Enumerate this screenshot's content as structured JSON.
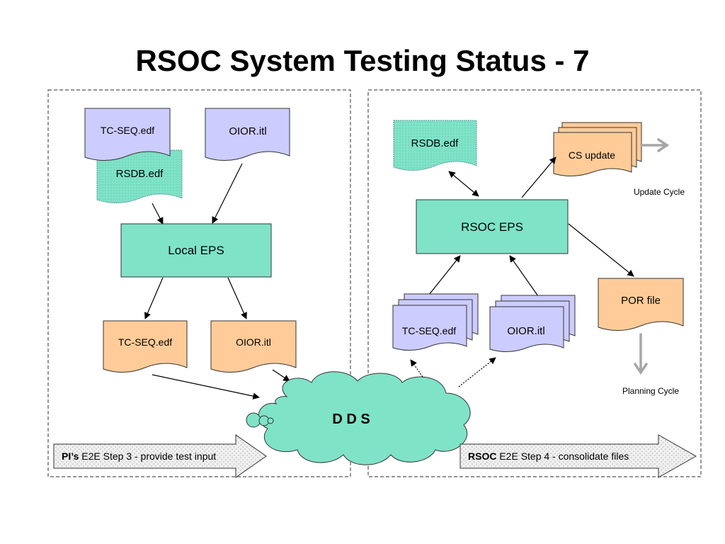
{
  "title": "RSOC System Testing Status - 7",
  "left_panel": {
    "inputs": {
      "tc_seq": "TC-SEQ.edf",
      "rsdb": "RSDB.edf",
      "oior": "OIOR.itl"
    },
    "process": "Local EPS",
    "outputs": {
      "tc_seq": "TC-SEQ.edf",
      "oior": "OIOR.itl"
    },
    "step_arrow": {
      "actor": "PI’s",
      "text": " E2E Step 3 - provide test input"
    }
  },
  "center": {
    "cloud": "D D S"
  },
  "right_panel": {
    "rsdb": "RSDB.edf",
    "cs_update": "CS update",
    "update_cycle": "Update Cycle",
    "process": "RSOC EPS",
    "tc_seq": "TC-SEQ.edf",
    "oior": "OIOR.itl",
    "por_file": "POR file",
    "planning_cycle": "Planning Cycle",
    "step_arrow": {
      "actor": "RSOC",
      "text": " E2E Step 4 - consolidate files"
    }
  },
  "colors": {
    "lavender": "#ccccff",
    "teal": "#7fe3c8",
    "peach": "#ffcc99",
    "gray_arrow": "#a6a6a6"
  }
}
